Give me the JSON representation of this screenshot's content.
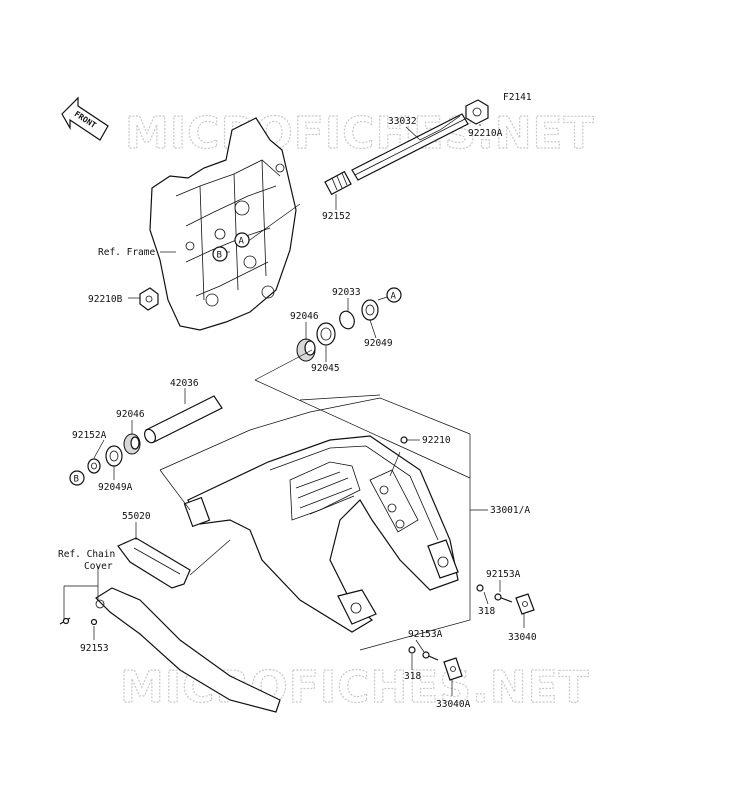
{
  "figure_code": "F2141",
  "front_arrow": "FRONT",
  "watermark": "MICROFICHES.NET",
  "ref_labels": {
    "frame": "Ref. Frame",
    "chain_cover_1": "Ref. Chain",
    "chain_cover_2": "Cover"
  },
  "callouts": {
    "a": "A",
    "b": "B"
  },
  "parts": {
    "p33032": "33032",
    "p92210A": "92210A",
    "p92152": "92152",
    "p92210B": "92210B",
    "p92033": "92033",
    "p92046_top": "92046",
    "p92049": "92049",
    "p92045": "92045",
    "p42036": "42036",
    "p92046_mid": "92046",
    "p92152A": "92152A",
    "p92049A": "92049A",
    "p92210": "92210",
    "p33001": "33001/A",
    "p55020": "55020",
    "p92153A_right": "92153A",
    "p318_right": "318",
    "p33040": "33040",
    "p92153A_bottom": "92153A",
    "p318_bottom": "318",
    "p33040A": "33040A",
    "p92153": "92153"
  }
}
